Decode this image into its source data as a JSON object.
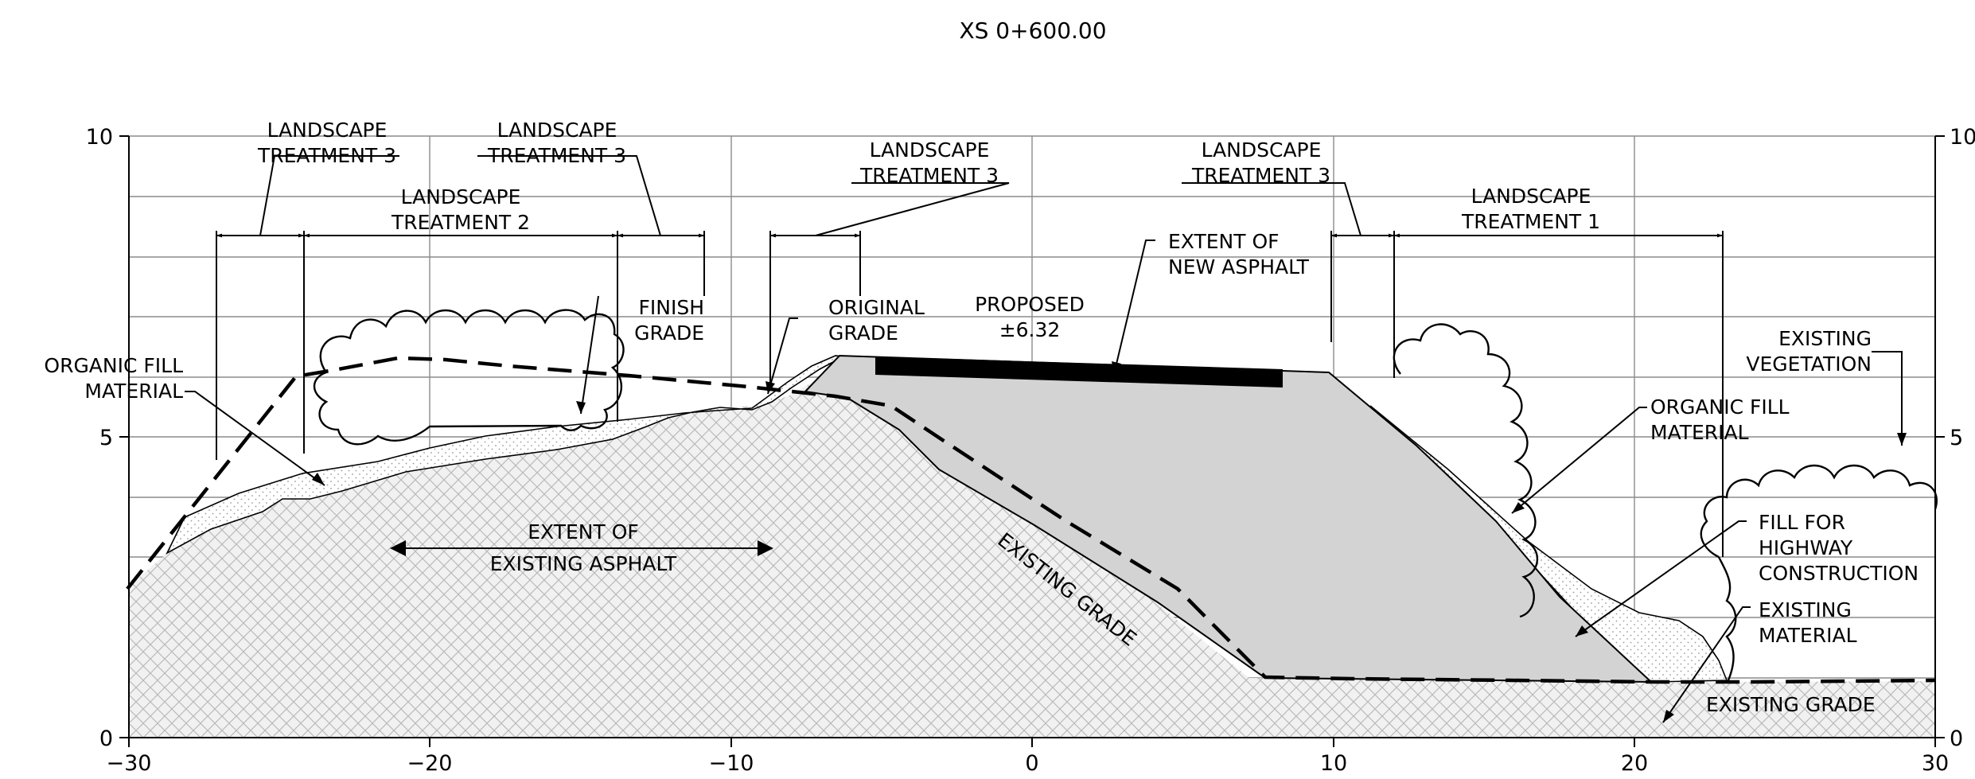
{
  "title": "XS 0+600.00",
  "x_ticks": [
    "−30",
    "−20",
    "−10",
    "0",
    "10",
    "20",
    "30"
  ],
  "y_ticks": [
    "0",
    "5",
    "10"
  ],
  "x_range": [
    -30,
    30
  ],
  "y_range": [
    0,
    10
  ],
  "labels": {
    "lt3_a": [
      "LANDSCAPE",
      "TREATMENT 3"
    ],
    "lt3_b": [
      "LANDSCAPE",
      "TREATMENT 3"
    ],
    "lt2": [
      "LANDSCAPE",
      "TREATMENT 2"
    ],
    "lt3_c": [
      "LANDSCAPE",
      "TREATMENT 3"
    ],
    "lt3_d": [
      "LANDSCAPE",
      "TREATMENT 3"
    ],
    "lt1": [
      "LANDSCAPE",
      "TREATMENT 1"
    ],
    "finish_grade": [
      "FINISH",
      "GRADE"
    ],
    "original_grade": [
      "ORIGINAL",
      "GRADE"
    ],
    "proposed": [
      "PROPOSED",
      "±6.32"
    ],
    "new_asphalt": [
      "EXTENT OF",
      "NEW ASPHALT"
    ],
    "organic_fill_left": [
      "ORGANIC FILL",
      "MATERIAL"
    ],
    "existing_asphalt": [
      "EXTENT OF",
      "EXISTING ASPHALT"
    ],
    "existing_grade_slope": "EXISTING GRADE",
    "existing_vegetation": [
      "EXISTING",
      "VEGETATION"
    ],
    "organic_fill_right": [
      "ORGANIC FILL",
      "MATERIAL"
    ],
    "fill_highway": [
      "FILL FOR",
      "HIGHWAY",
      "CONSTRUCTION"
    ],
    "existing_material": [
      "EXISTING",
      "MATERIAL"
    ],
    "existing_grade_right": "EXISTING GRADE"
  },
  "colors": {
    "fill_gray": "#d3d3d3",
    "grid": "#8c8c8c",
    "ink": "#000000",
    "hatch_bg": "#f1f1f1",
    "hatch_line": "#b8b8b8"
  }
}
